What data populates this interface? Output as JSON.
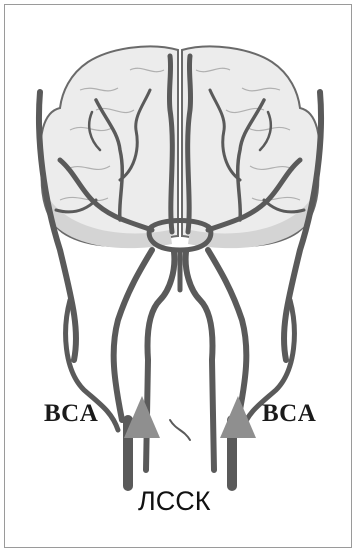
{
  "labels": {
    "left_artery": "BCA",
    "right_artery": "BCA",
    "bottom": "ЛССК"
  },
  "colors": {
    "vessel": "#5a5a5a",
    "brain_fill": "#ececec",
    "brain_outline": "#6a6a6a",
    "arrow": "#8f8f8f"
  }
}
